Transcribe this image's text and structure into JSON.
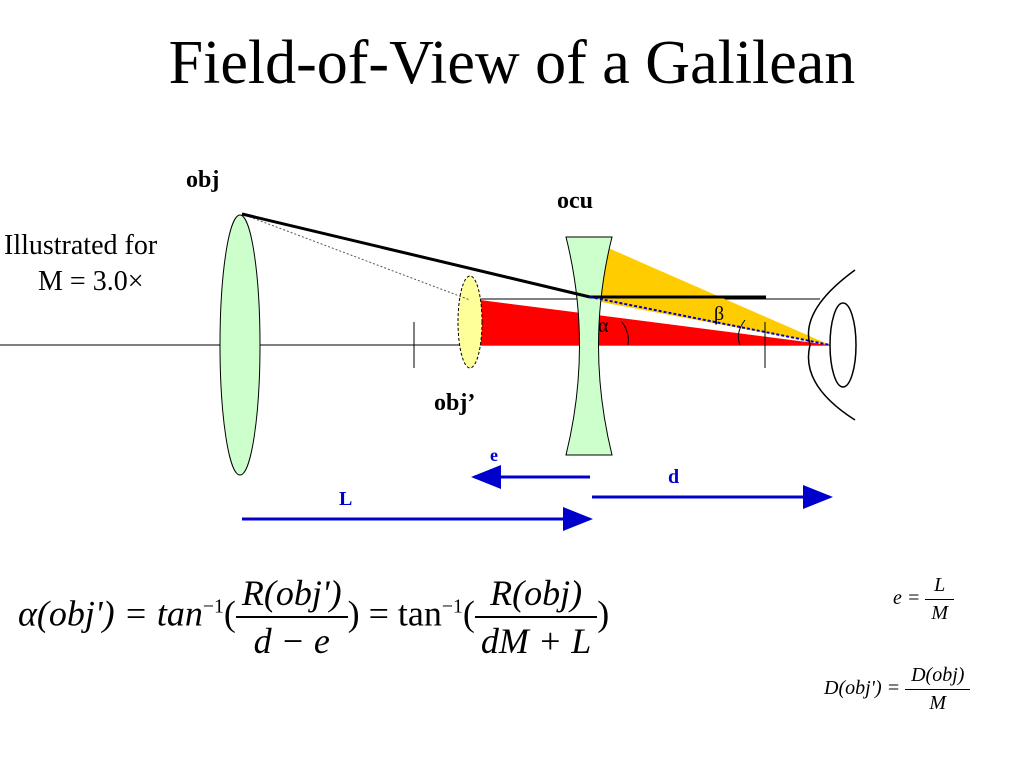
{
  "title": "Field-of-View of a Galilean",
  "labels": {
    "obj": "obj",
    "ocu": "ocu",
    "obj_prime": "obj’",
    "e": "e",
    "d": "d",
    "L": "L",
    "alpha": "α",
    "beta": "β"
  },
  "note": {
    "line1": "Illustrated for",
    "line2": "M = 3.0×"
  },
  "colors": {
    "objective_lens": "#ccffcc",
    "eyepiece_lens": "#ccffcc",
    "image_lens": "#ffff99",
    "red_cone": "#ff0000",
    "yellow_cone": "#ffcc00",
    "arrows": "#0000cc",
    "label_blue": "#0000cc"
  },
  "equations": {
    "main": {
      "lhs": "α(obj') = tan",
      "inv": "−1",
      "frac1_num": "R(obj')",
      "frac1_den": "d − e",
      "mid": ") = tan",
      "frac2_num": "R(obj)",
      "frac2_den": "dM + L",
      "close": ")"
    },
    "e_eq": {
      "lhs": "e =",
      "num": "L",
      "den": "M"
    },
    "D_eq": {
      "lhs": "D(obj') =",
      "num": "D(obj)",
      "den": "M"
    }
  }
}
